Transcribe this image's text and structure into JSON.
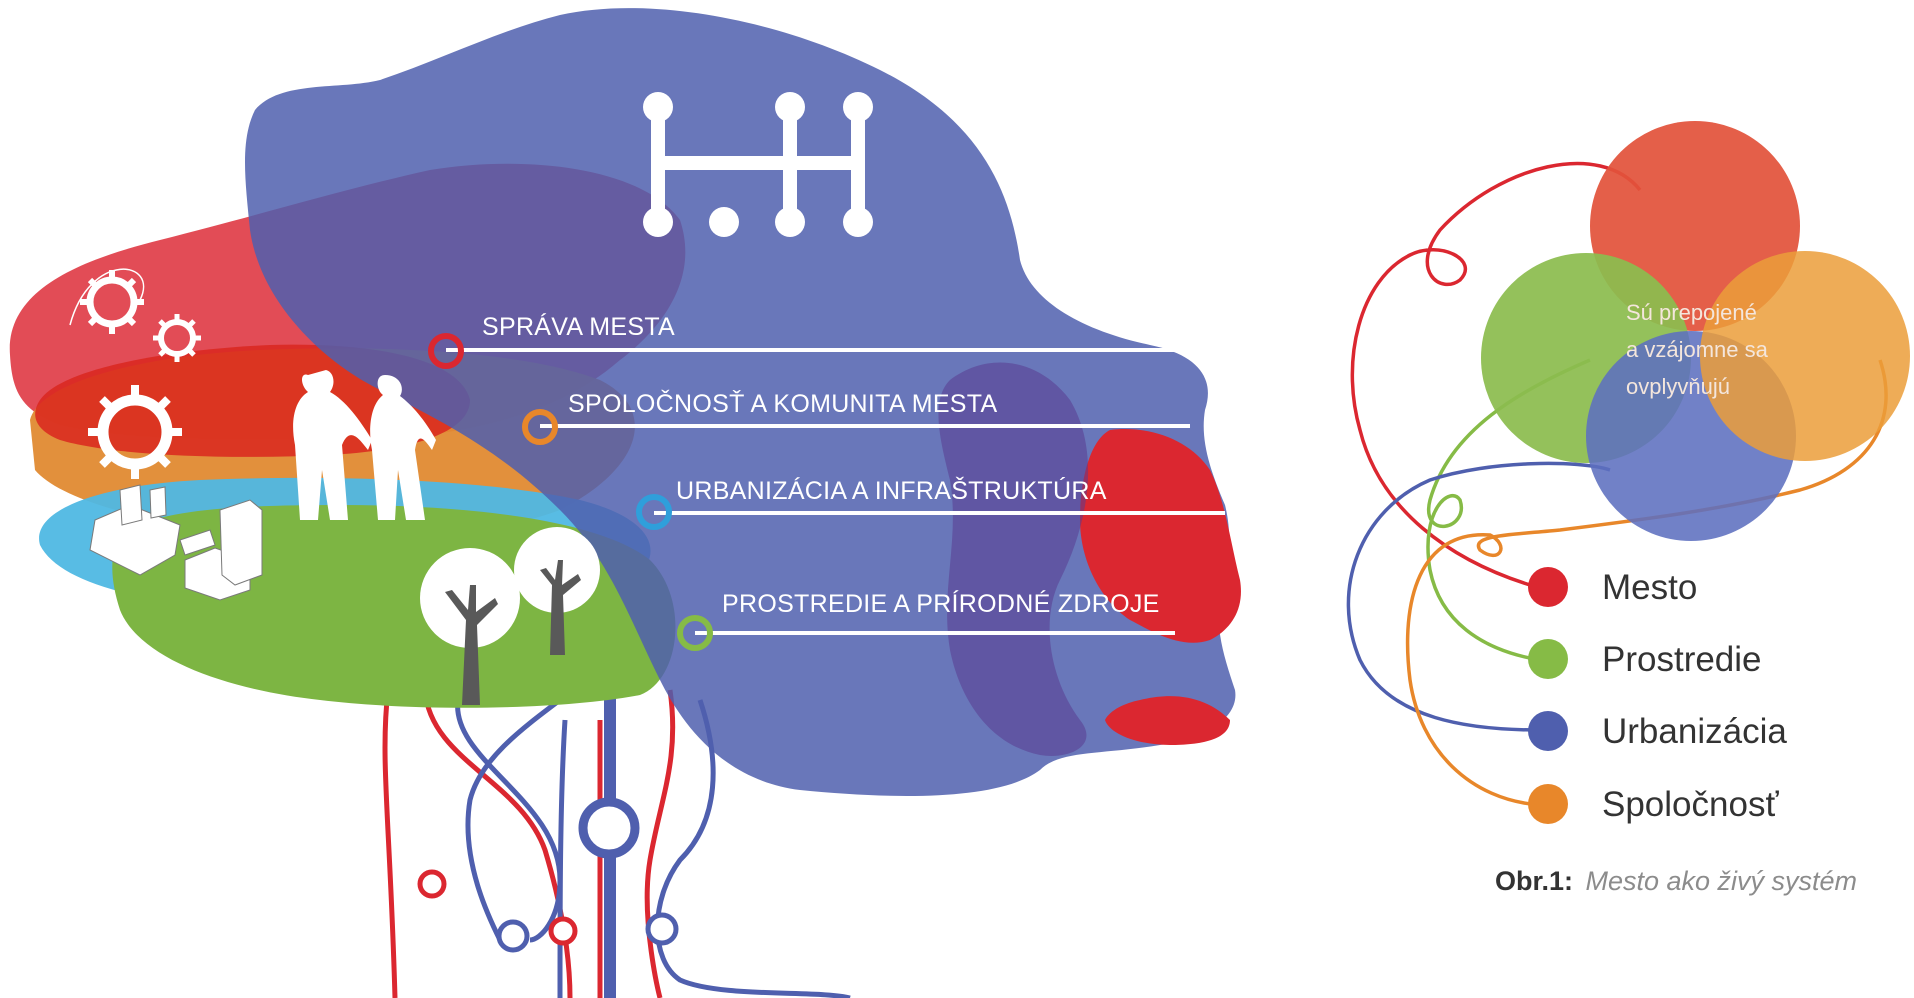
{
  "head": {
    "labels": [
      {
        "text": "SPRÁVA MESTA",
        "color": "#db2730"
      },
      {
        "text": "SPOLOČNOSŤ A KOMUNITA MESTA",
        "color": "#e8872a"
      },
      {
        "text": "URBANIZÁCIA A INFRAŠTRUKTÚRA",
        "color": "#2f9fdb"
      },
      {
        "text": "PROSTREDIE A PRÍRODNÉ ZDROJE",
        "color": "#86bb46"
      }
    ]
  },
  "venn": {
    "center_lines": [
      "Sú prepojené",
      "a vzájomne sa",
      "ovplyvňujú"
    ],
    "colors": {
      "mesto": "#e2533b",
      "prostredie": "#8cbc4f",
      "urbanizacia": "#5d6fbf",
      "spolocnost": "#eb9d3a"
    }
  },
  "legend": [
    {
      "label": "Mesto",
      "color": "#db2730"
    },
    {
      "label": "Prostredie",
      "color": "#86bb46"
    },
    {
      "label": "Urbanizácia",
      "color": "#4f5fae"
    },
    {
      "label": "Spoločnosť",
      "color": "#e8872a"
    }
  ],
  "caption": {
    "prefix": "Obr.1:",
    "text": "Mesto ako živý systém"
  }
}
